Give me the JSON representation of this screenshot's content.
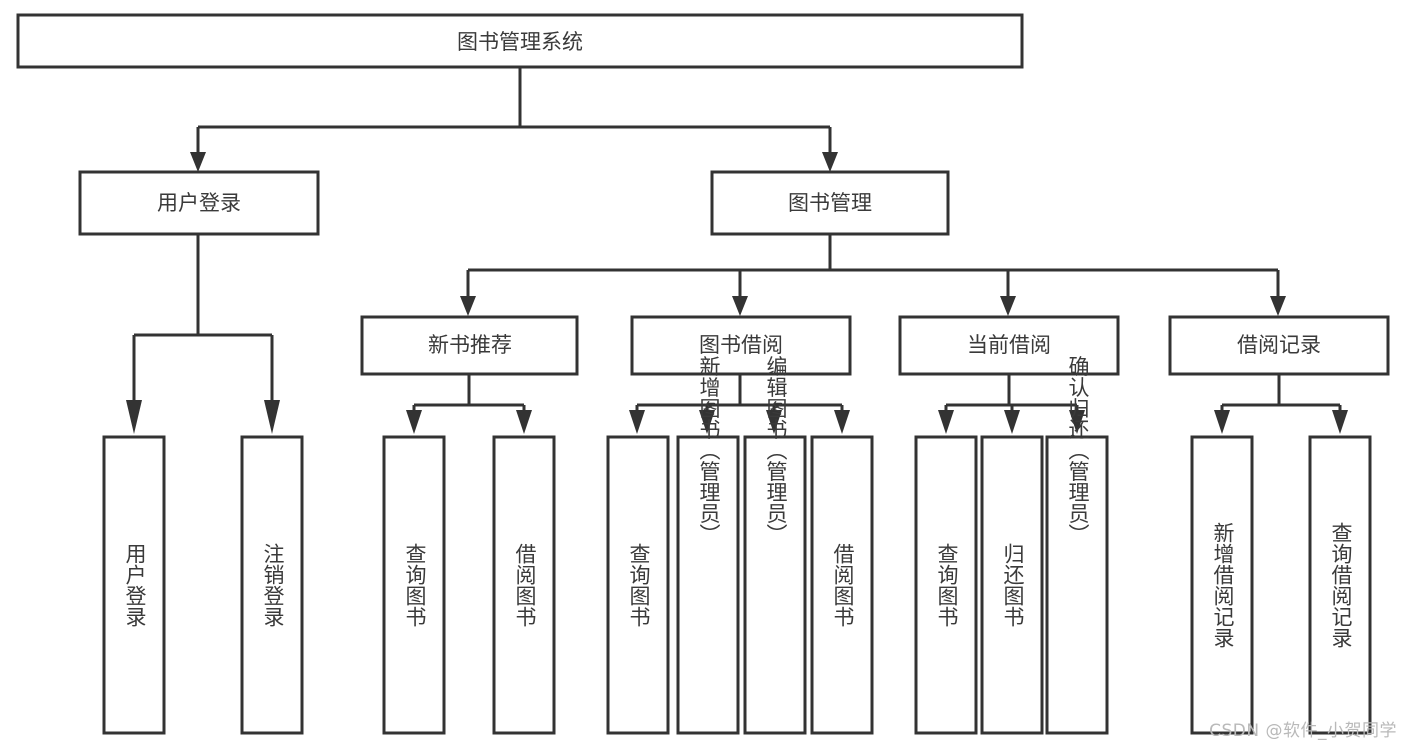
{
  "diagram": {
    "type": "tree",
    "title": "图书管理系统",
    "root": {
      "id": "root",
      "label": "图书管理系统",
      "orientation": "horizontal"
    },
    "level2": [
      {
        "id": "user-login",
        "label": "用户登录",
        "orientation": "horizontal"
      },
      {
        "id": "book-management",
        "label": "图书管理",
        "orientation": "horizontal"
      }
    ],
    "level3": [
      {
        "id": "new-book-recommend",
        "label": "新书推荐",
        "parent": "book-management",
        "orientation": "horizontal"
      },
      {
        "id": "book-borrow",
        "label": "图书借阅",
        "parent": "book-management",
        "orientation": "horizontal"
      },
      {
        "id": "current-borrow",
        "label": "当前借阅",
        "parent": "book-management",
        "orientation": "horizontal"
      },
      {
        "id": "borrow-record",
        "label": "借阅记录",
        "parent": "book-management",
        "orientation": "horizontal"
      }
    ],
    "leaves": [
      {
        "id": "leaf-user-login",
        "label": "用户登录",
        "parent": "user-login",
        "orientation": "vertical"
      },
      {
        "id": "leaf-logout",
        "label": "注销登录",
        "parent": "user-login",
        "orientation": "vertical"
      },
      {
        "id": "leaf-query-book-1",
        "label": "查询图书",
        "parent": "new-book-recommend",
        "orientation": "vertical"
      },
      {
        "id": "leaf-borrow-book-1",
        "label": "借阅图书",
        "parent": "new-book-recommend",
        "orientation": "vertical"
      },
      {
        "id": "leaf-query-book-2",
        "label": "查询图书",
        "parent": "book-borrow",
        "orientation": "vertical"
      },
      {
        "id": "leaf-add-book",
        "label": "新增图书（管理员）",
        "parent": "book-borrow",
        "orientation": "vertical"
      },
      {
        "id": "leaf-edit-book",
        "label": "编辑图书（管理员）",
        "parent": "book-borrow",
        "orientation": "vertical"
      },
      {
        "id": "leaf-borrow-book-2",
        "label": "借阅图书",
        "parent": "book-borrow",
        "orientation": "vertical"
      },
      {
        "id": "leaf-query-book-3",
        "label": "查询图书",
        "parent": "current-borrow",
        "orientation": "vertical"
      },
      {
        "id": "leaf-return-book",
        "label": "归还图书",
        "parent": "current-borrow",
        "orientation": "vertical"
      },
      {
        "id": "leaf-confirm-return",
        "label": "确认归还（管理员）",
        "parent": "current-borrow",
        "orientation": "vertical"
      },
      {
        "id": "leaf-add-record",
        "label": "新增借阅记录",
        "parent": "borrow-record",
        "orientation": "vertical"
      },
      {
        "id": "leaf-query-record",
        "label": "查询借阅记录",
        "parent": "borrow-record",
        "orientation": "vertical"
      }
    ],
    "colors": {
      "box_stroke": "#333333",
      "box_fill": "#ffffff",
      "text": "#3a3a3a",
      "connector": "#333333",
      "background": "#ffffff",
      "watermark": "#b9b9b9"
    }
  },
  "watermark": {
    "text": "CSDN @软件_小贺同学"
  }
}
